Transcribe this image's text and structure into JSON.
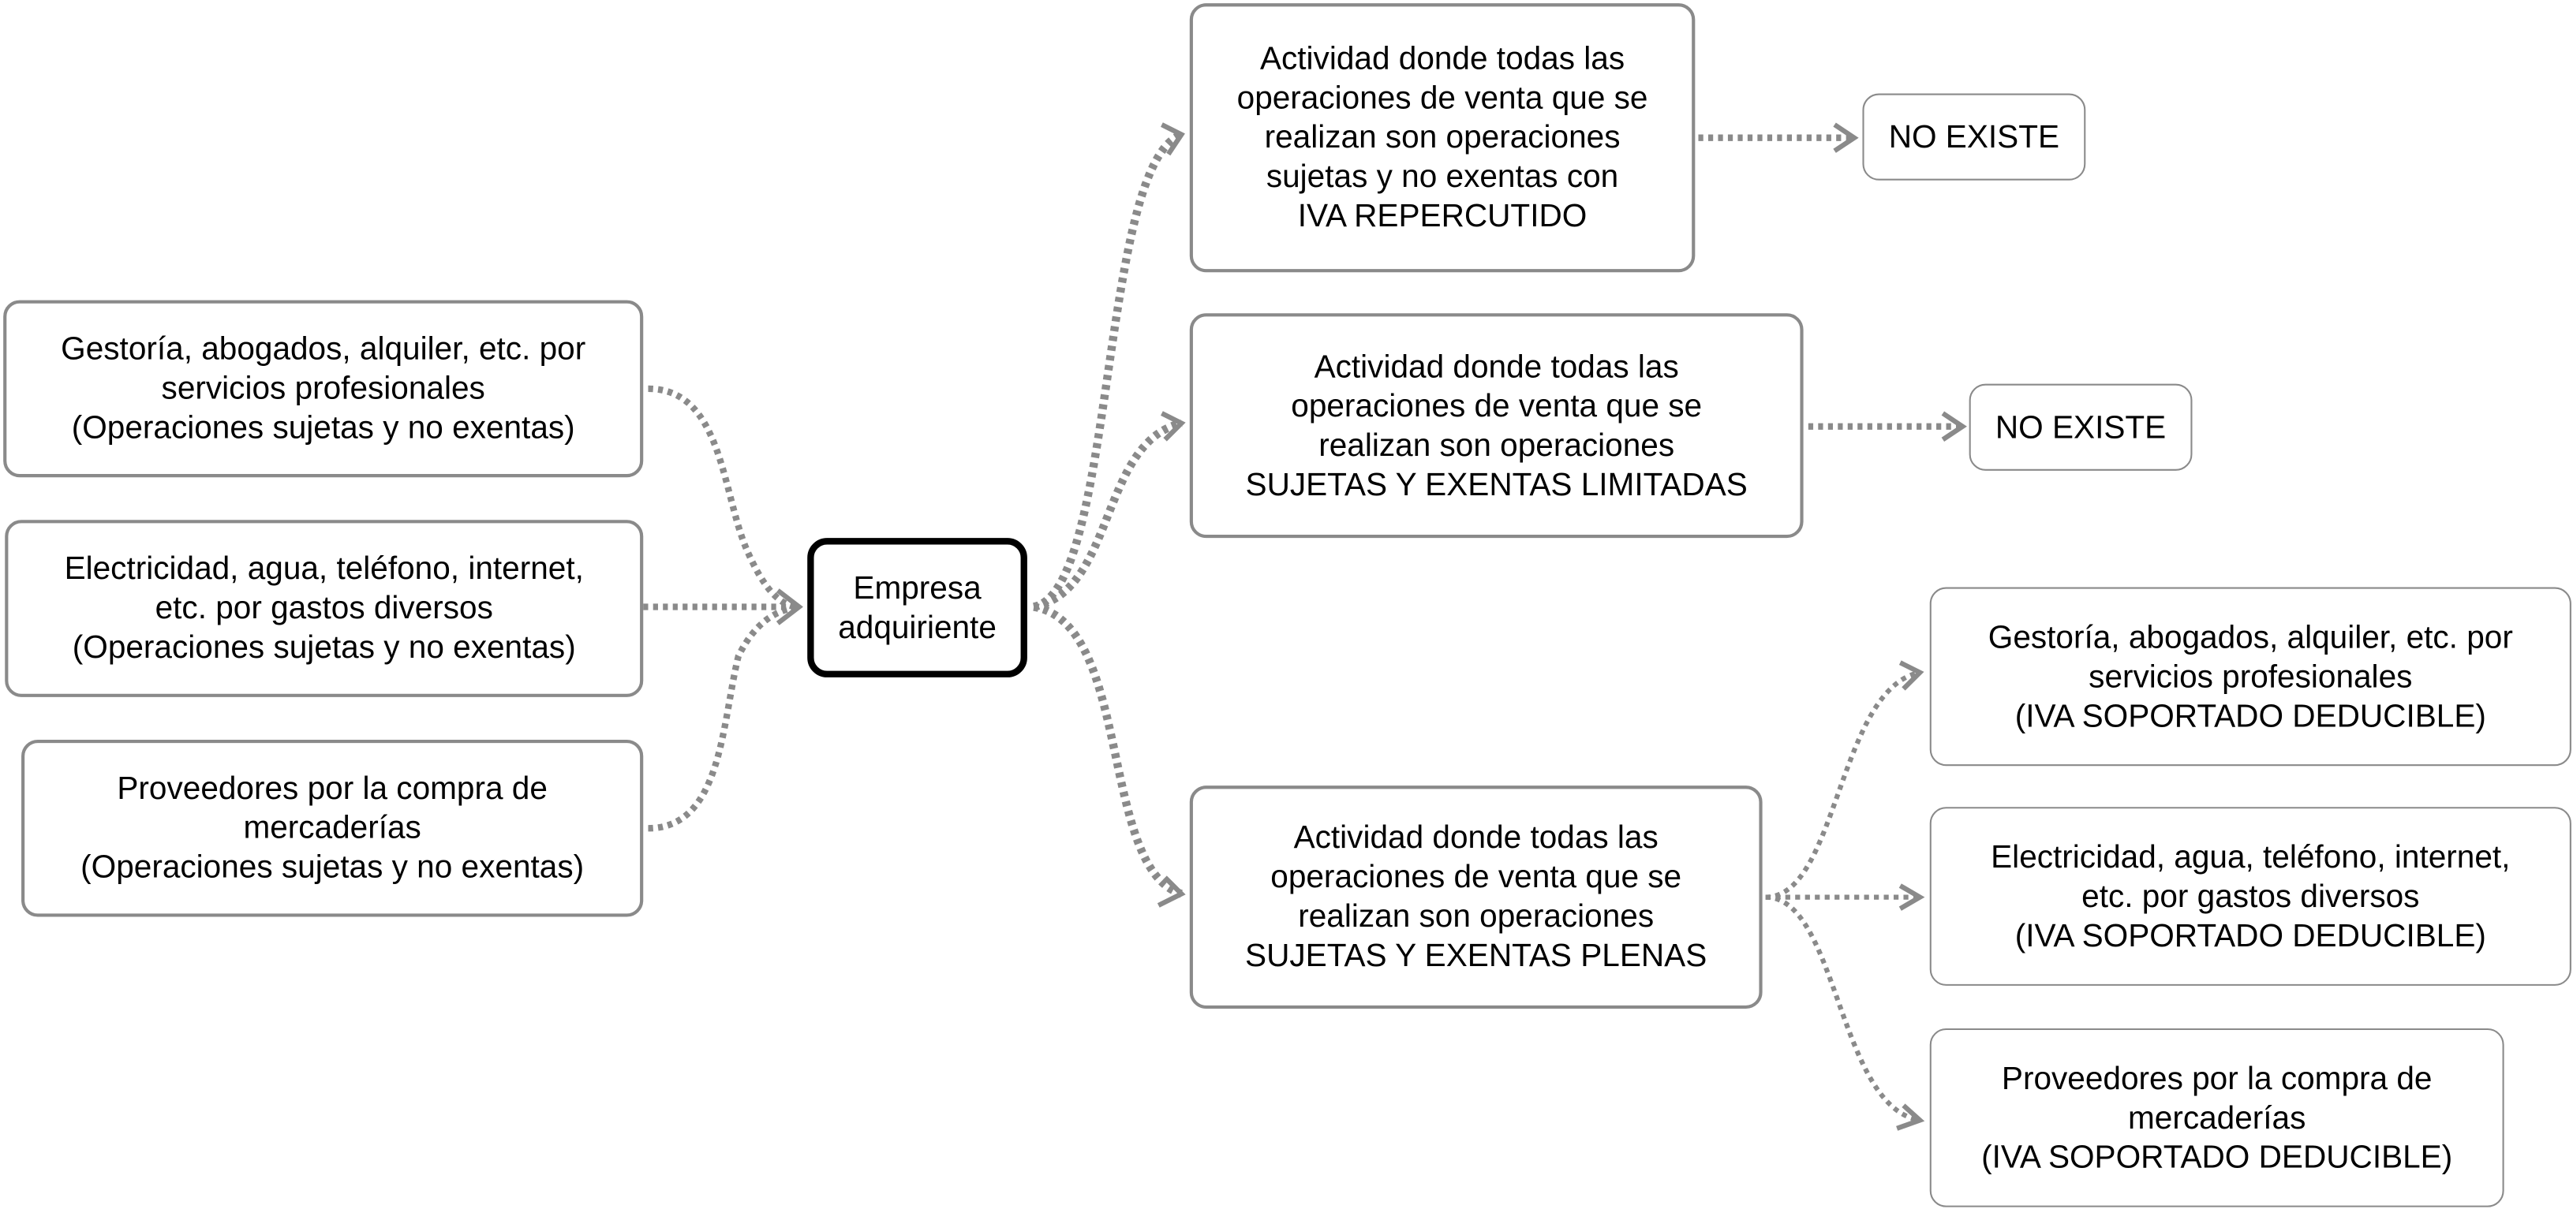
{
  "nodes": {
    "left1": {
      "lines": [
        "Gestoría, abogados, alquiler, etc. por",
        "servicios profesionales",
        "(Operaciones sujetas y no exentas)"
      ]
    },
    "left2": {
      "lines": [
        "Electricidad, agua, teléfono, internet,",
        "etc. por gastos diversos",
        "(Operaciones sujetas y no exentas)"
      ]
    },
    "left3": {
      "lines": [
        "Proveedores por la compra de",
        "mercaderías",
        "(Operaciones sujetas y no exentas)"
      ]
    },
    "center": {
      "lines": [
        "Empresa",
        "adquiriente"
      ]
    },
    "right1": {
      "lines": [
        "Actividad donde todas las",
        "operaciones de venta que se",
        "realizan son operaciones",
        "sujetas y no exentas con",
        "IVA REPERCUTIDO"
      ]
    },
    "right2": {
      "lines": [
        "Actividad donde todas las",
        "operaciones de venta que se",
        "realizan son operaciones",
        "SUJETAS Y EXENTAS LIMITADAS"
      ]
    },
    "right3": {
      "lines": [
        "Actividad donde todas las",
        "operaciones de venta que se",
        "realizan son operaciones",
        "SUJETAS Y EXENTAS PLENAS"
      ]
    },
    "noexist1": {
      "lines": [
        "NO EXISTE"
      ]
    },
    "noexist2": {
      "lines": [
        "NO EXISTE"
      ]
    },
    "ded1": {
      "lines": [
        "Gestoría, abogados, alquiler, etc. por",
        "servicios profesionales",
        "(IVA SOPORTADO DEDUCIBLE)"
      ]
    },
    "ded2": {
      "lines": [
        "Electricidad, agua, teléfono, internet,",
        "etc. por gastos diversos",
        "(IVA SOPORTADO DEDUCIBLE)"
      ]
    },
    "ded3": {
      "lines": [
        "Proveedores por la compra de",
        "mercaderías",
        "(IVA SOPORTADO DEDUCIBLE)"
      ]
    }
  },
  "colors": {
    "edge": "#8a8a8a",
    "border": "#8a8a8a",
    "center_border": "#000000"
  }
}
